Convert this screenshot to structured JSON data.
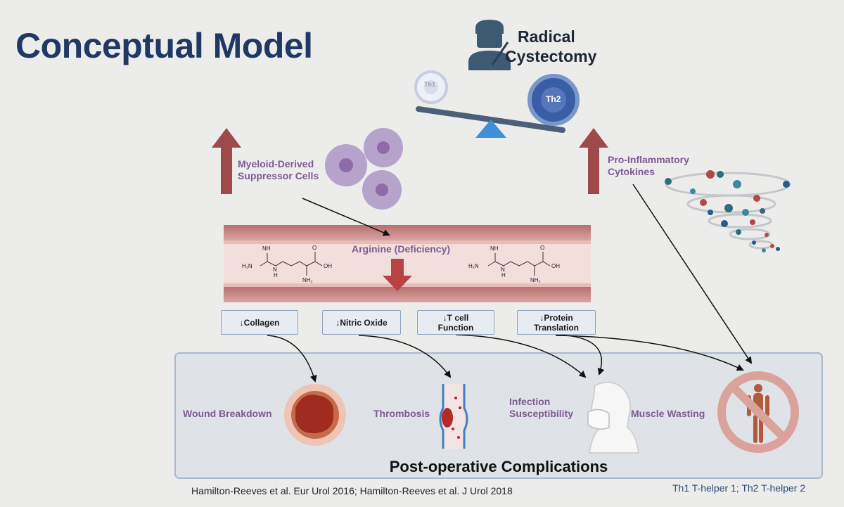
{
  "title": "Conceptual Model",
  "surgery": {
    "line1": "Radical",
    "line2": "Cystectomy"
  },
  "balance": {
    "left_cell": "Th1",
    "right_cell": "Th2"
  },
  "mdsc_label": {
    "line1": "Myeloid-Derived",
    "line2": "Suppressor Cells"
  },
  "cytokines_label": {
    "line1": "Pro-Inflammatory",
    "line2": "Cytokines"
  },
  "arginine_label": "Arginine (Deficiency)",
  "molecule": {
    "nh": "NH",
    "h2n": "H₂N",
    "n_h": "N",
    "h": "H",
    "oh": "OH",
    "o": "O",
    "nh2": "NH₂"
  },
  "effects": [
    {
      "line1": "↓Collagen",
      "line2": ""
    },
    {
      "line1": "↓Nitric Oxide",
      "line2": ""
    },
    {
      "line1": "↓T cell",
      "line2": "Function"
    },
    {
      "line1": "↓Protein",
      "line2": "Translation"
    }
  ],
  "complications": {
    "wound": "Wound Breakdown",
    "thrombosis": "Thrombosis",
    "infection": {
      "line1": "Infection",
      "line2": "Susceptibility"
    },
    "muscle": "Muscle Wasting"
  },
  "post_title": "Post-operative Complications",
  "citation": "Hamilton-Reeves et al. Eur Urol 2016; Hamilton-Reeves et al. J Urol 2018",
  "abbreviations": "Th1 T-helper 1; Th2 T-helper 2",
  "colors": {
    "title": "#1f3864",
    "up_arrow": "#a04a4a",
    "vessel_wall": "#c98a8a",
    "vessel_lumen": "#f6e3e0",
    "purple_text": "#7c5b93",
    "panel_border": "#a9b8cc"
  }
}
